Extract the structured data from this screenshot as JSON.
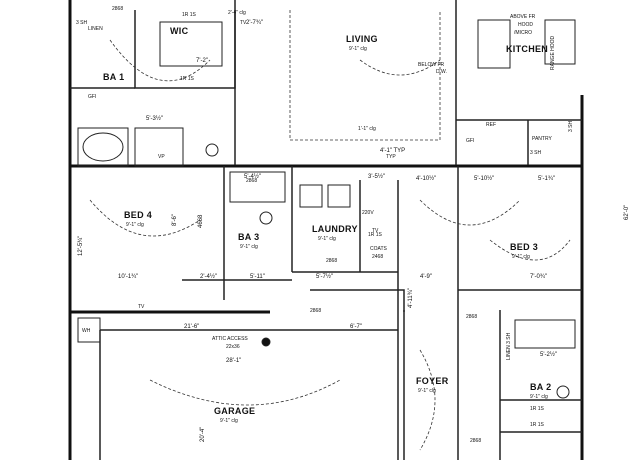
{
  "rooms": {
    "wic": {
      "name": "WIC",
      "clg": ""
    },
    "ba1": {
      "name": "BA 1",
      "clg": ""
    },
    "living": {
      "name": "LIVING",
      "clg": "9'-1\" clg"
    },
    "kitchen": {
      "name": "KITCHEN",
      "clg": ""
    },
    "bed4": {
      "name": "BED 4",
      "clg": "9'-1\" clg"
    },
    "ba3": {
      "name": "BA 3",
      "clg": "9'-1\" clg"
    },
    "laundry": {
      "name": "LAUNDRY",
      "clg": "9'-1\" clg"
    },
    "bed3": {
      "name": "BED 3",
      "clg": "9'-1\" clg"
    },
    "garage": {
      "name": "GARAGE",
      "clg": "9'-1\" clg"
    },
    "foyer": {
      "name": "FOYER",
      "clg": "9'-1\" clg"
    },
    "ba2": {
      "name": "BA 2",
      "clg": "9'-1\" clg"
    },
    "pantry": {
      "name": "PANTRY",
      "clg": ""
    }
  },
  "notes": {
    "above_fr_1": "ABOVE FR",
    "above_fr_2": "HOOD",
    "above_fr_3": "/MICRO",
    "below_fr_1": "BELOW FR",
    "below_fr_2": "D.W.",
    "range_hood": "RANGE HOOD",
    "attic_1": "ATTIC ACCESS",
    "attic_2": "22x36",
    "coats_1": "COATS",
    "coats_2": "2468",
    "linen_top": "LINEN",
    "linen_right": "LINEN 3 SH",
    "ref": "REF",
    "tv": "TV",
    "gfi": "GFI",
    "vp": "VP",
    "v220": "220V",
    "wh": "WH",
    "cooktop": "1'-1\" clg",
    "spot": "2'-4\" clg",
    "wall_label": "TYP"
  },
  "labels": {
    "d2868_a": "2868",
    "d2868_b": "2868",
    "d2868_c": "2868",
    "d2868_d": "2868",
    "d2868_e": "2868",
    "d2868_f": "2868",
    "r1s_a": "1R 1S",
    "r1s_b": "1R 1S",
    "r1s_c": "1R 1S",
    "r1s_d": "1R 1S",
    "r1s_e": "1R 1S",
    "sh3_a": "3 SH",
    "sh3_b": "3 SH",
    "sh3_c": "3 SH"
  },
  "dims": {
    "d1": "2'-7¾\"",
    "d2": "5'-3½\"",
    "d3": "7'-2\"",
    "d4": "5'-4½\"",
    "d5": "3'-5½\"",
    "d6": "4'-10½\"",
    "d7": "5'-10½\"",
    "d8": "5'-1¾\"",
    "d9": "12'-5¾\"",
    "d10": "10'-1¾\"",
    "d11": "2'-4½\"",
    "d12": "5'-11\"",
    "d13": "5'-7½\"",
    "d14": "4'-9\"",
    "d15": "7'-0¾\"",
    "d16": "8'-6\"",
    "d17": "4668",
    "d18": "21'-6\"",
    "d19": "28'-1\"",
    "d20": "6'-7\"",
    "d21": "4'-11¾\"",
    "d22": "62'-0\"",
    "d23": "4'-1\" TYP",
    "d24": "5'-2½\"",
    "d25": "20'-4\""
  }
}
